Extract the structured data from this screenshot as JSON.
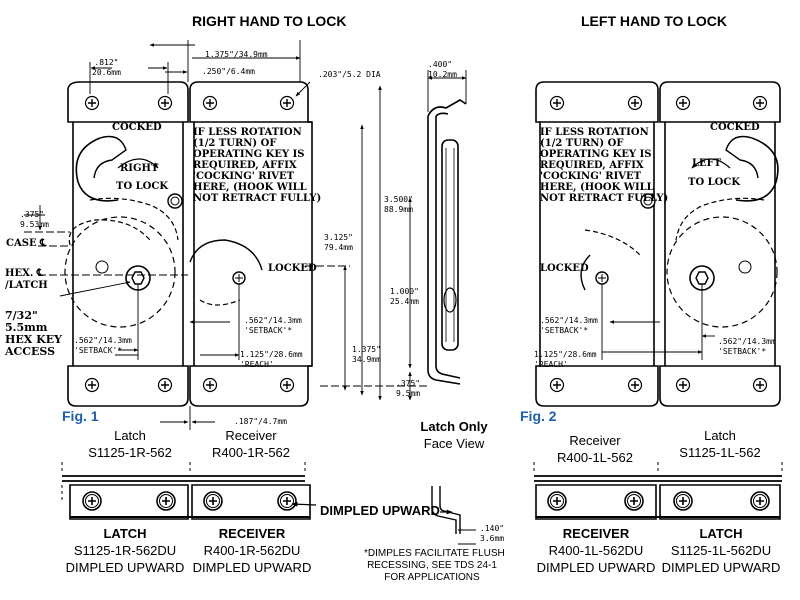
{
  "titles": {
    "right": "RIGHT HAND TO LOCK",
    "left": "LEFT HAND TO LOCK"
  },
  "figures": {
    "fig1": "Fig. 1",
    "fig2": "Fig. 2"
  },
  "right_plate": {
    "cocked": "COCKED",
    "right_arrow": "RIGHT",
    "to_lock": "TO LOCK",
    "locked": "LOCKED",
    "note": [
      "IF LESS ROTATION",
      "(1/2 TURN) OF",
      "OPERATING KEY IS",
      "REQUIRED, AFFIX",
      "'COCKING' RIVET",
      "HERE, (HOOK WILL",
      "NOT RETRACT FULLY)"
    ],
    "case_label": "CASE ℄",
    "hex_label": "HEX. ℄",
    "hex_label2": "/LATCH",
    "hex_key": [
      "7/32\"",
      "5.5mm",
      "HEX KEY",
      "ACCESS"
    ]
  },
  "left_plate": {
    "cocked": "COCKED",
    "left_arrow": "LEFT",
    "to_lock": "TO LOCK",
    "locked": "LOCKED",
    "note": [
      "IF LESS ROTATION",
      "(1/2 TURN) OF",
      "OPERATING KEY IS",
      "REQUIRED, AFFIX",
      "'COCKING' RIVET",
      "HERE, (HOOK WILL",
      "NOT RETRACT FULLY)"
    ]
  },
  "dims_right": {
    "d812": [
      ".812\"",
      "20.6mm"
    ],
    "d1375": "1.375\"/34.9mm",
    "d250": ".250\"/6.4mm",
    "d203": ".203\"/5.2 DIA",
    "d400": [
      ".400\"",
      "10.2mm"
    ],
    "d375top": [
      ".375\"",
      "9.53mm"
    ],
    "d3500": [
      "3.500\"",
      "88.9mm"
    ],
    "d3125": [
      "3.125\"",
      "79.4mm"
    ],
    "d1000": [
      "1.000\"",
      "25.4mm"
    ],
    "d1375b": [
      "1.375\"",
      "34.9mm"
    ],
    "d375b": [
      ".375\"",
      "9.5mm"
    ],
    "d562a": [
      ".562\"/14.3mm",
      "'SETBACK'*"
    ],
    "d562b": [
      ".562\"/14.3mm",
      "'SETBACK'*"
    ],
    "d1125": [
      "1.125\"/28.6mm",
      "'REACH'"
    ],
    "d187": ".187\"/4.7mm",
    "d140": [
      ".140\"",
      "3.6mm"
    ]
  },
  "dims_left": {
    "d562a": [
      ".562\"/14.3mm",
      "'SETBACK'*"
    ],
    "d1125": [
      "1.125\"/28.6mm",
      "'REACH'"
    ],
    "d562b": [
      ".562\"/14.3mm",
      "'SETBACK'*"
    ]
  },
  "parts_right": {
    "latch_title": "Latch",
    "latch_code": "S1125-1R-562",
    "receiver_title": "Receiver",
    "receiver_code": "R400-1R-562",
    "latch_only": "Latch Only",
    "face_view": "Face View",
    "du_latch_title": "LATCH",
    "du_latch_code": "S1125-1R-562DU",
    "du_latch_sub": "DIMPLED UPWARD",
    "du_recv_title": "RECEIVER",
    "du_recv_code": "R400-1R-562DU",
    "du_recv_sub": "DIMPLED UPWARD",
    "dimpled_callout": "DIMPLED UPWARD"
  },
  "parts_left": {
    "receiver_title": "Receiver",
    "receiver_code": "R400-1L-562",
    "latch_title": "Latch",
    "latch_code": "S1125-1L-562",
    "du_recv_title": "RECEIVER",
    "du_recv_code": "R400-1L-562DU",
    "du_recv_sub": "DIMPLED UPWARD",
    "du_latch_title": "LATCH",
    "du_latch_code": "S1125-1L-562DU",
    "du_latch_sub": "DIMPLED UPWARD"
  },
  "footnote": [
    "*DIMPLES FACILITATE FLUSH",
    "RECESSING, SEE TDS 24-1",
    "FOR APPLICATIONS"
  ]
}
